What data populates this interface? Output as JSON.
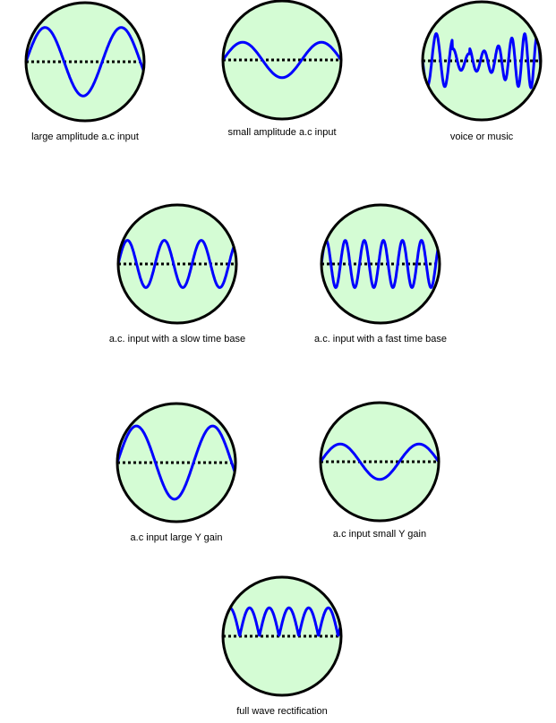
{
  "colors": {
    "screen": "#d4fcd4",
    "wave": "#0000ff",
    "outline": "#000000"
  },
  "scopes": [
    {
      "label": "large amplitude a.c input",
      "wave": "sine",
      "amplitude": 0.58,
      "cycles": 1.55
    },
    {
      "label": "small amplitude a.c input",
      "wave": "sine",
      "amplitude": 0.3,
      "cycles": 1.5
    },
    {
      "label": "voice or music",
      "wave": "voice",
      "amplitude": 0.42,
      "cycles": 7
    },
    {
      "label": "a.c. input with a slow time base",
      "wave": "sine",
      "amplitude": 0.4,
      "cycles": 3.2
    },
    {
      "label": "a.c. input with a fast time base",
      "wave": "sine",
      "amplitude": 0.4,
      "cycles": 6.2
    },
    {
      "label": "a.c input large Y gain",
      "wave": "sine",
      "amplitude": 0.62,
      "cycles": 1.55
    },
    {
      "label": "a.c input small Y gain",
      "wave": "sine",
      "amplitude": 0.3,
      "cycles": 1.5
    },
    {
      "label": "full wave rectification",
      "wave": "rectified",
      "amplitude": 0.48,
      "cycles": 3
    }
  ]
}
